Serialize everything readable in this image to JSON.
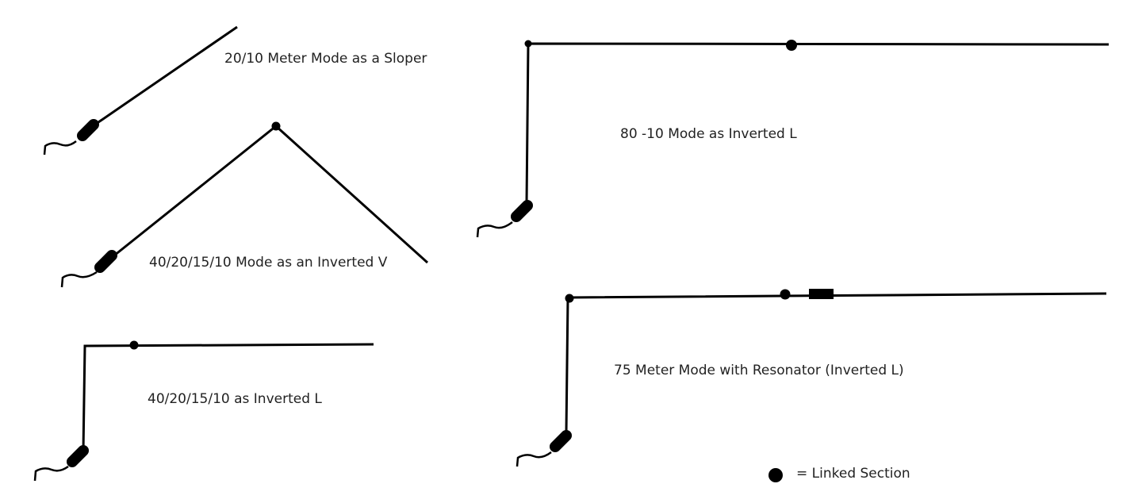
{
  "diagram": {
    "labels": {
      "sloper": "20/10 Meter Mode as a Sloper",
      "inverted_v": "40/20/15/10 Mode as an Inverted V",
      "inverted_l_small": "40/20/15/10 as Inverted L",
      "inverted_l_80_10": "80 -10 Mode as Inverted L",
      "inverted_l_75m": "75 Meter Mode with Resonator (Inverted L)"
    },
    "legend": {
      "label": "= Linked Section"
    },
    "colors": {
      "line": "#000000",
      "text": "#222222",
      "background": "#ffffff"
    }
  }
}
